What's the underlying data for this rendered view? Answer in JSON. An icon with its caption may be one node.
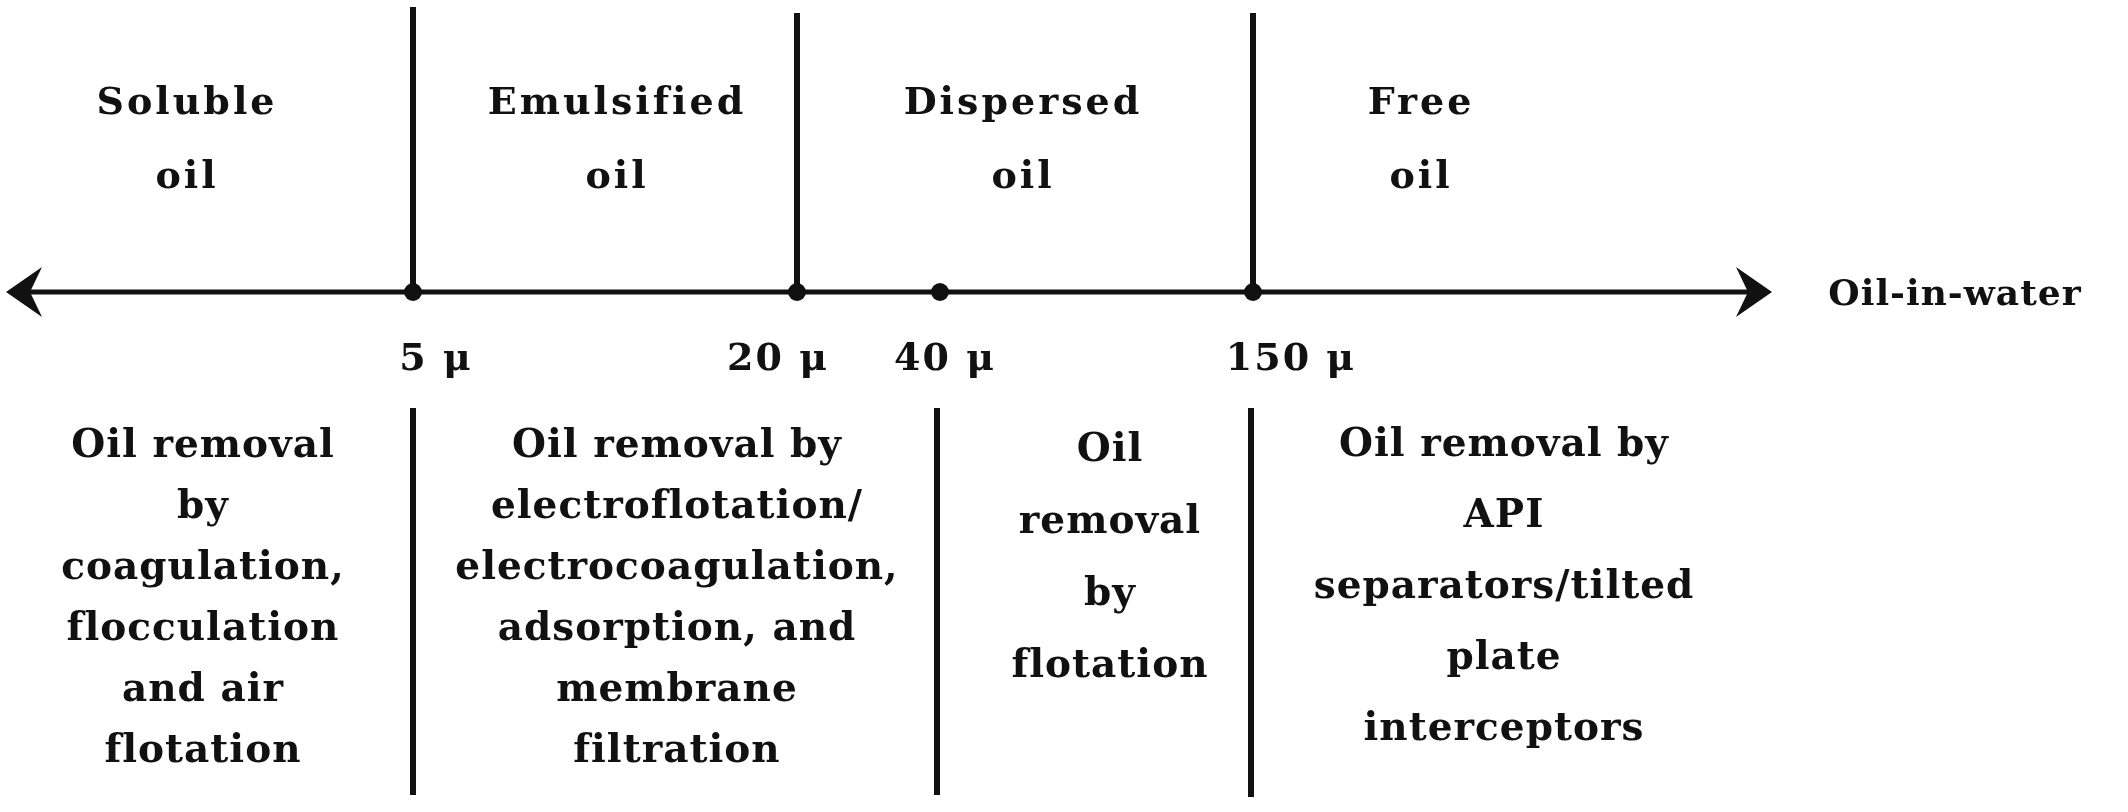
{
  "diagram": {
    "labels": [
      "Soluble oil",
      "Emulsified oil",
      "Dispersed oil",
      "Free oil",
      "Oil-in-water",
      "5 μ",
      "20 μ",
      "40 μ",
      "150 μ",
      "Oil removal by coagulation, flocculation and air flotation",
      "Oil removal by electroflotation/ electrocoagulation, adsorption, and membrane filtration",
      "Oil removal by flotation",
      "Oil removal by API separators/tilted plate interceptors"
    ]
  }
}
